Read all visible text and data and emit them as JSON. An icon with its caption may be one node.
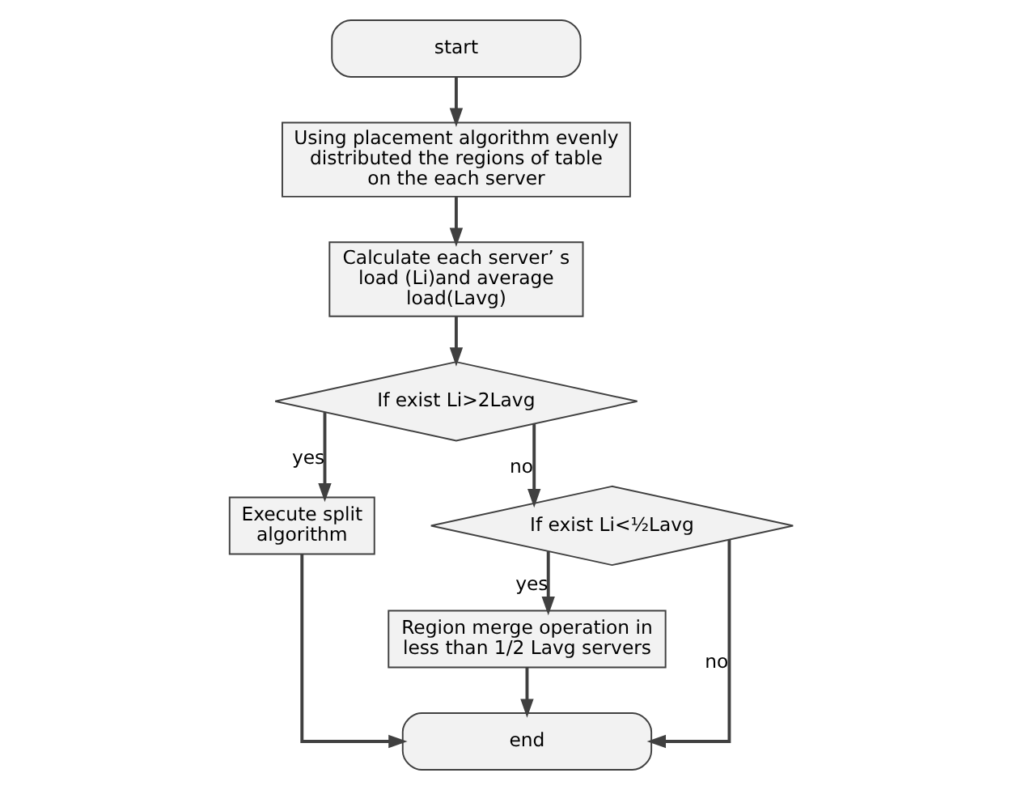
{
  "diagram": {
    "nodes": [
      {
        "text": [
          "start"
        ]
      },
      {
        "text": [
          "Using placement algorithm evenly distributed the regions of table on the each server"
        ]
      },
      {
        "text": [
          "Calculate each server’ s load (Li)and average load(Lavg)"
        ]
      },
      {
        "text": [
          "If exist Li>2Lavg"
        ]
      },
      {
        "text": [
          "Execute split algorithm"
        ]
      },
      {
        "text": [
          "If exist Li<½Lavg"
        ]
      },
      {
        "text": [
          "Region merge operation in less than 1/2 Lavg servers"
        ]
      },
      {
        "text": [
          "end"
        ]
      }
    ],
    "edges": [
      {
        "from": 0,
        "to": 1,
        "arrow": "to"
      },
      {
        "from": 1,
        "to": 2,
        "arrow": "to"
      },
      {
        "from": 2,
        "to": 3,
        "arrow": "to"
      },
      {
        "from": 3,
        "to": 4,
        "arrow": "to",
        "label": "yes"
      },
      {
        "from": 3,
        "to": 5,
        "arrow": "to",
        "label": "no"
      },
      {
        "from": 5,
        "to": 7,
        "arrow": "to",
        "label": "no"
      },
      {
        "from": 5,
        "to": 6,
        "arrow": "to",
        "label": "yes"
      },
      {
        "from": 4,
        "to": 7,
        "arrow": "to"
      },
      {
        "from": 6,
        "to": 7,
        "arrow": "to"
      }
    ]
  }
}
